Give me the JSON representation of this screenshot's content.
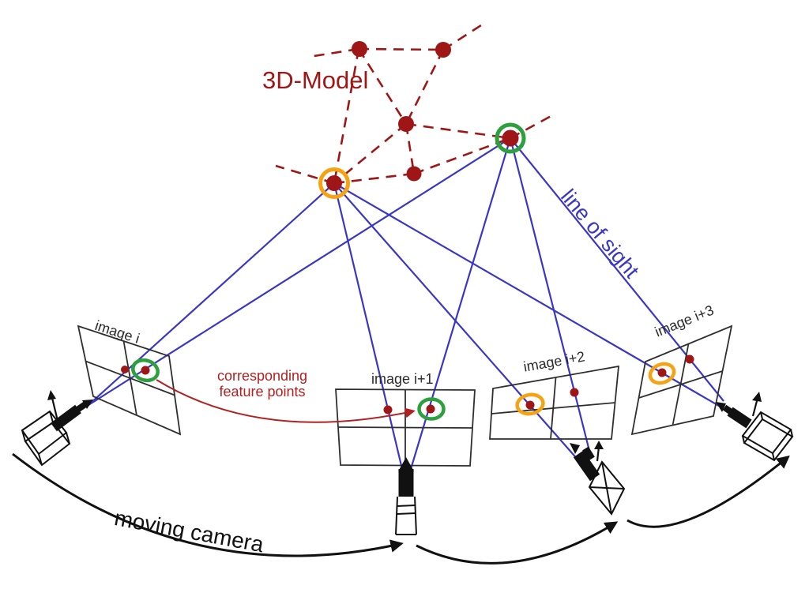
{
  "labels": {
    "model": "3D-Model",
    "line_of_sight": "line of sight",
    "correspondence_line1": "corresponding",
    "correspondence_line2": "feature points",
    "image_i": "image i",
    "image_i1": "image i+1",
    "image_i2": "image i+2",
    "image_i3": "image i+3",
    "moving_camera": "moving camera"
  },
  "colors": {
    "model_red": "#9e1616",
    "correspondence_red": "#b32020",
    "line_of_sight_blue": "#3a36c6",
    "highlight_green": "#2ba03c",
    "highlight_orange": "#f6a313",
    "ink_black": "#111111"
  },
  "icons": [
    "camera-icon",
    "camera-icon",
    "camera-icon",
    "camera-icon",
    "motion-arrow-icon",
    "motion-arrow-icon",
    "motion-arrow-icon",
    "correspondence-arrow-icon"
  ]
}
